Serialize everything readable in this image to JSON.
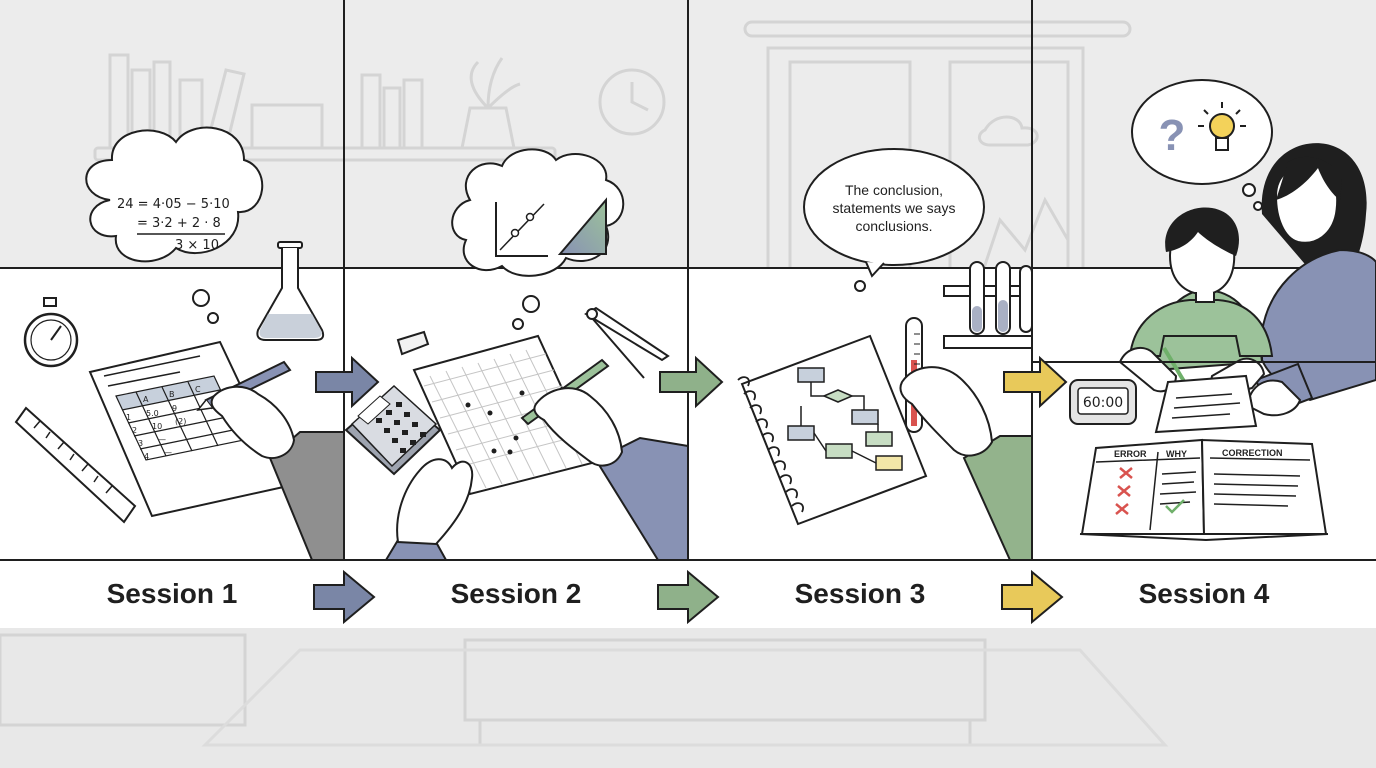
{
  "sessions": [
    {
      "label": "Session 1",
      "thought": {
        "line1": "24 = 4·05 − 5·10",
        "line2": "= 3·2 + 2 · 8",
        "line3": "3 × 10"
      }
    },
    {
      "label": "Session 2"
    },
    {
      "label": "Session 3",
      "speech": {
        "line1": "The conclusion,",
        "line2": "statements we says",
        "line3": "conclusions."
      }
    },
    {
      "label": "Session 4",
      "timer": "60:00",
      "notebook": {
        "col1": "ERROR",
        "col2": "WHY",
        "col3": "CORRECTION"
      }
    }
  ],
  "session1_table": {
    "headers": [
      "A",
      "B",
      "C"
    ],
    "rows": [
      [
        "1",
        "5.0",
        "9"
      ],
      [
        "2",
        "10",
        "(2)"
      ],
      [
        "3",
        "—",
        ""
      ],
      [
        "4",
        "—",
        ""
      ]
    ]
  },
  "colors": {
    "arrow_1": "#7a86a6",
    "arrow_2": "#8fb18a",
    "arrow_3": "#e8c95a",
    "sleeve_gray": "#8f8f8f",
    "sleeve_blue": "#8892b4",
    "sleeve_green": "#93b38c",
    "shirt_green": "#9cc29a",
    "error_red": "#d9534f",
    "check_green": "#6fb06a",
    "bulb_yellow": "#f3d25a"
  }
}
